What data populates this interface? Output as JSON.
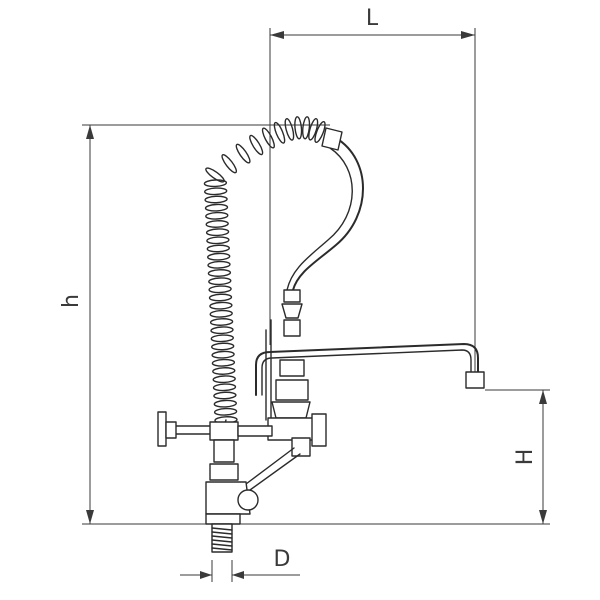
{
  "dimensions": {
    "length_label": "L",
    "overall_height_label": "h",
    "spout_height_label": "H",
    "connection_diameter_label": "D"
  }
}
